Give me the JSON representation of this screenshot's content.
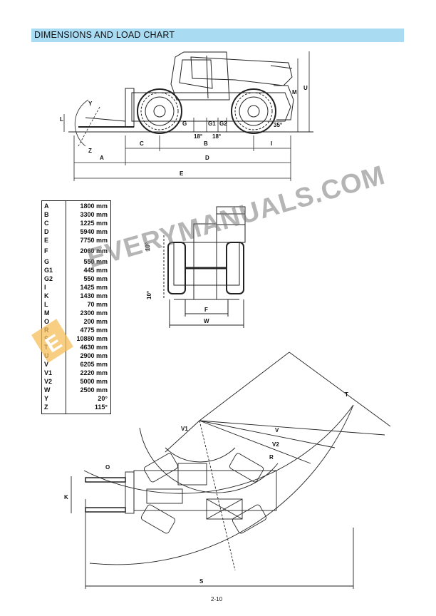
{
  "header": {
    "title": "DIMENSIONS AND LOAD CHART",
    "color": "#a9dbf3"
  },
  "drawing_labels": {
    "side": {
      "A": "A",
      "B": "B",
      "C": "C",
      "D": "D",
      "E": "E",
      "G": "G",
      "G1": "G1",
      "G2": "G2",
      "I": "I",
      "L": "L",
      "M": "M",
      "U": "U",
      "Y": "Y",
      "Z": "Z",
      "angle18a": "18°",
      "angle18b": "18°",
      "angle35": "35°"
    },
    "front": {
      "F": "F",
      "W": "W",
      "angle_top": "10°",
      "angle_bottom": "10°"
    },
    "top": {
      "K": "K",
      "O": "O",
      "R": "R",
      "S": "S",
      "T": "T",
      "V": "V",
      "V1": "V1",
      "V2": "V2"
    }
  },
  "dimensions": [
    {
      "key": "A",
      "value": "1800 mm"
    },
    {
      "key": "B",
      "value": "3300 mm"
    },
    {
      "key": "C",
      "value": "1225 mm"
    },
    {
      "key": "D",
      "value": "5940 mm"
    },
    {
      "key": "E",
      "value": "7750 mm"
    },
    {
      "key": "F",
      "value": "2060 mm"
    },
    {
      "key": "G",
      "value": "550 mm"
    },
    {
      "key": "G1",
      "value": "445 mm"
    },
    {
      "key": "G2",
      "value": "550 mm"
    },
    {
      "key": "I",
      "value": "1425 mm"
    },
    {
      "key": "K",
      "value": "1430 mm"
    },
    {
      "key": "L",
      "value": "70 mm"
    },
    {
      "key": "M",
      "value": "2300 mm"
    },
    {
      "key": "O",
      "value": "200 mm"
    },
    {
      "key": "R",
      "value": "4775 mm"
    },
    {
      "key": "S",
      "value": "10880 mm"
    },
    {
      "key": "T",
      "value": "4630 mm"
    },
    {
      "key": "U",
      "value": "2900 mm"
    },
    {
      "key": "V",
      "value": "6205 mm"
    },
    {
      "key": "V1",
      "value": "2220 mm"
    },
    {
      "key": "V2",
      "value": "5000 mm"
    },
    {
      "key": "W",
      "value": "2500 mm"
    },
    {
      "key": "Y",
      "value": "20°"
    },
    {
      "key": "Z",
      "value": "115°"
    }
  ],
  "watermark": {
    "text": "EVERYMANUALS.COM"
  },
  "footer": {
    "page_number": "2-10"
  }
}
